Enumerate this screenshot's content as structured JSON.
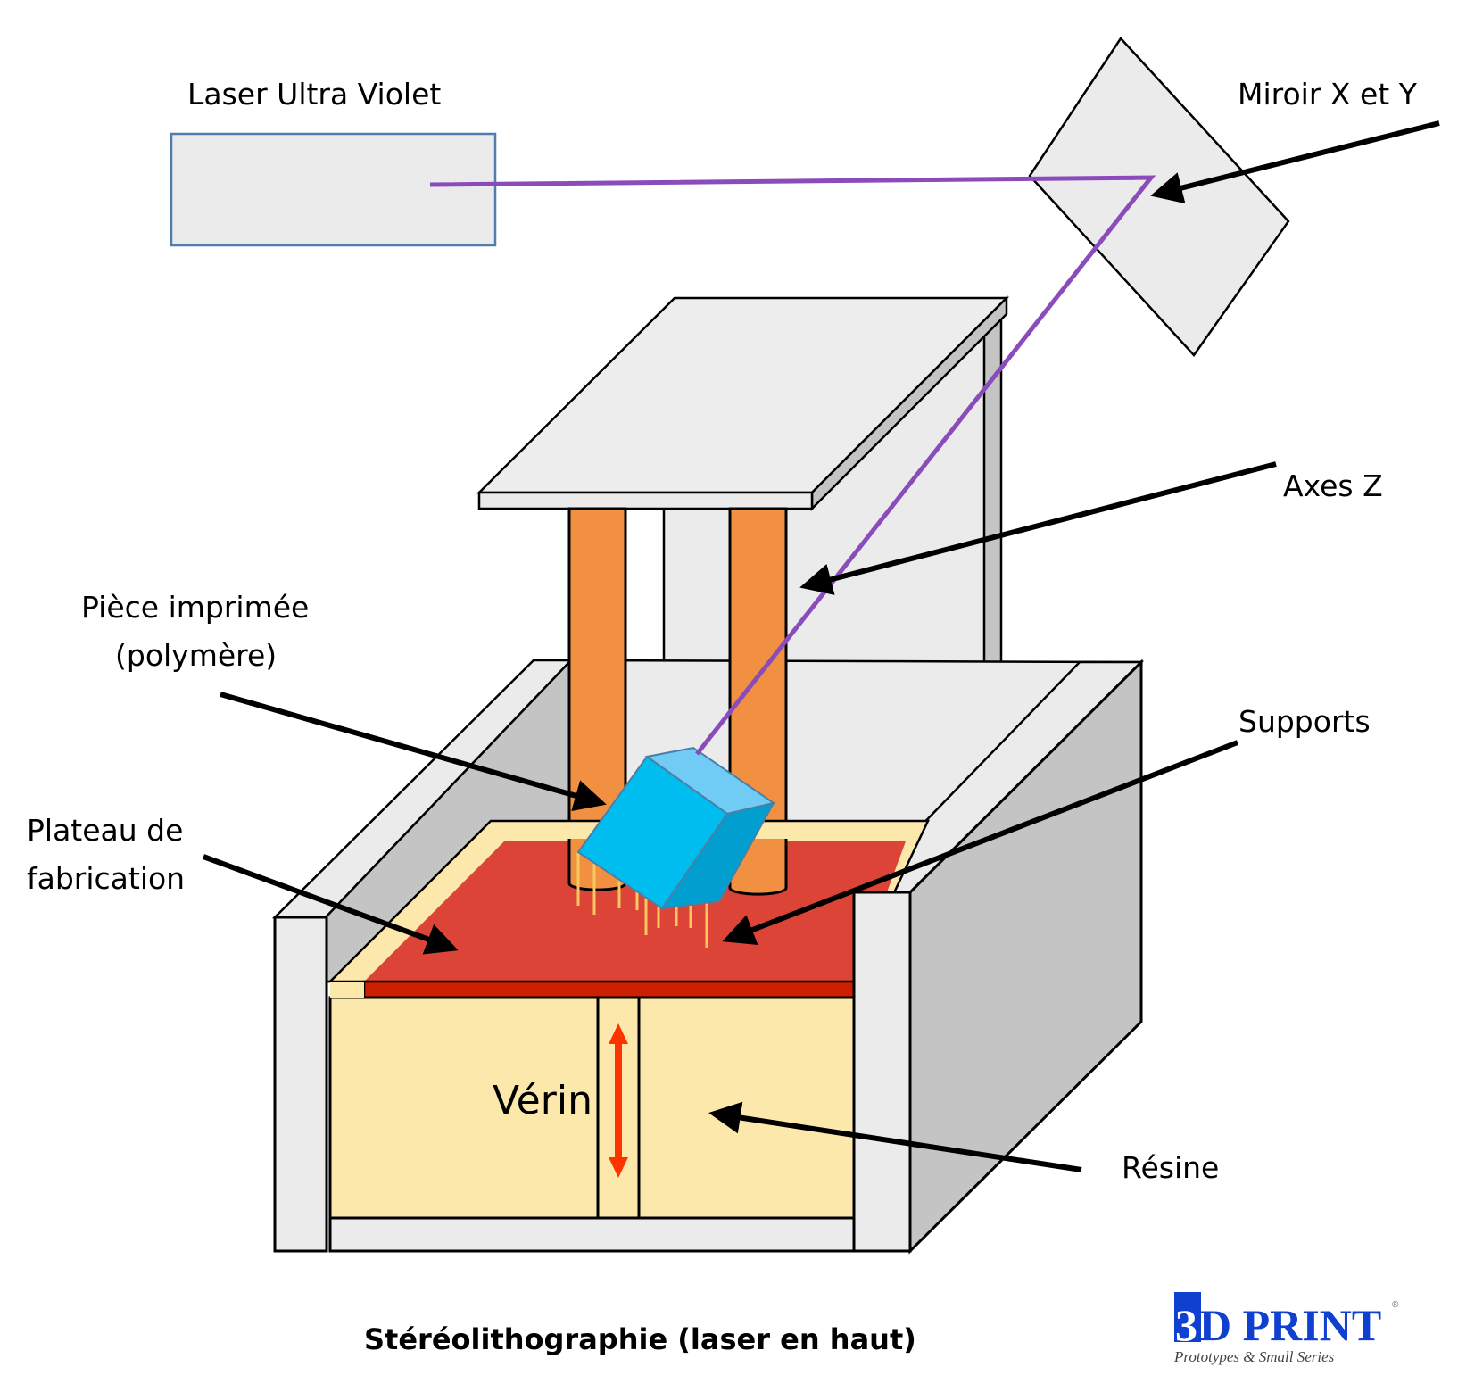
{
  "title": "Stéréolithographie (laser en haut)",
  "labels": {
    "laser": "Laser Ultra Violet",
    "mirror": "Miroir X et Y",
    "z_axis": "Axes Z",
    "printed_part_line1": "Pièce imprimée",
    "printed_part_line2": "(polymère)",
    "supports": "Supports",
    "platform_line1": "Plateau de",
    "platform_line2": "fabrication",
    "actuator": "Vérin",
    "resin": "Résine"
  },
  "logo": {
    "digit": "3",
    "main": "D PRINT",
    "subtitle": "Prototypes & Small Series",
    "registered": "®"
  },
  "colors": {
    "laser_beam": "#8a4bbb",
    "z_columns": "#f09040",
    "platform": "#dd4438",
    "platform_edge": "#cc2000",
    "resin": "#fde8ab",
    "part_front": "#00bdf0",
    "part_top": "#70cbf5",
    "part_side": "#009fd0",
    "supports": "#f8c860",
    "actuator_arrow": "#ff3300",
    "logo_blue": "#1040d0",
    "frame_light": "#ebebeb",
    "frame_dark": "#c4c4c4"
  }
}
